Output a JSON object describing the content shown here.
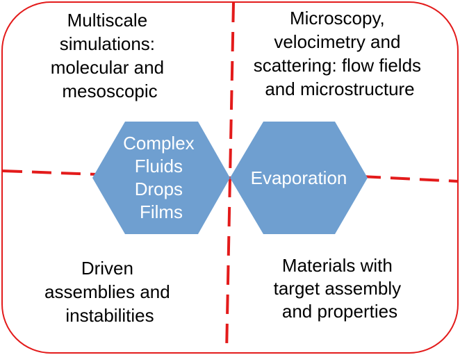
{
  "colors": {
    "frame": "#e31b1b",
    "divider": "#e31b1b",
    "hexagon_fill": "#6f9fd0",
    "quadrant_text": "#000000",
    "hexagon_text": "#ffffff"
  },
  "quadrants": {
    "top_left": [
      "Multiscale",
      "simulations:",
      "molecular and",
      "mesoscopic"
    ],
    "top_right": [
      "Microscopy,",
      "velocimetry and",
      "scattering: flow fields",
      "and microstructure"
    ],
    "bottom_left": [
      "Driven",
      "assemblies and",
      "instabilities"
    ],
    "bottom_right": [
      "Materials with",
      "target assembly",
      "and properties"
    ]
  },
  "hexagons": {
    "left": [
      "Complex",
      "Fluids",
      "Drops",
      "Films"
    ],
    "right": [
      "Evaporation"
    ]
  }
}
